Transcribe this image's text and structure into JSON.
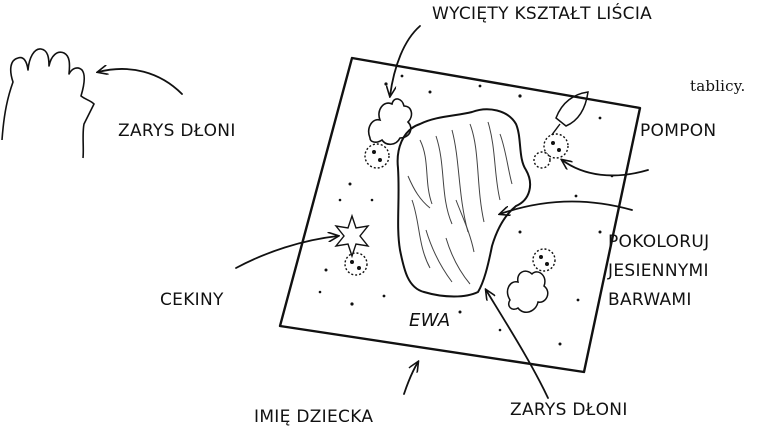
{
  "labels": {
    "cut_leaf": "WYCIĘTY KSZTAŁT LIŚCIA",
    "hand_outline_top": "ZARYS DŁONI",
    "board_fragment": "tablicy.",
    "pompon": "POMPON",
    "color_line1": "POKOLORUJ",
    "color_line2": "JESIENNYMI",
    "color_line3": "BARWAMI",
    "sequins": "CEKINY",
    "child_name": "EWA",
    "hand_outline_bottom": "ZARYS DŁONI",
    "child_name_label": "IMIĘ DZIECKA"
  }
}
